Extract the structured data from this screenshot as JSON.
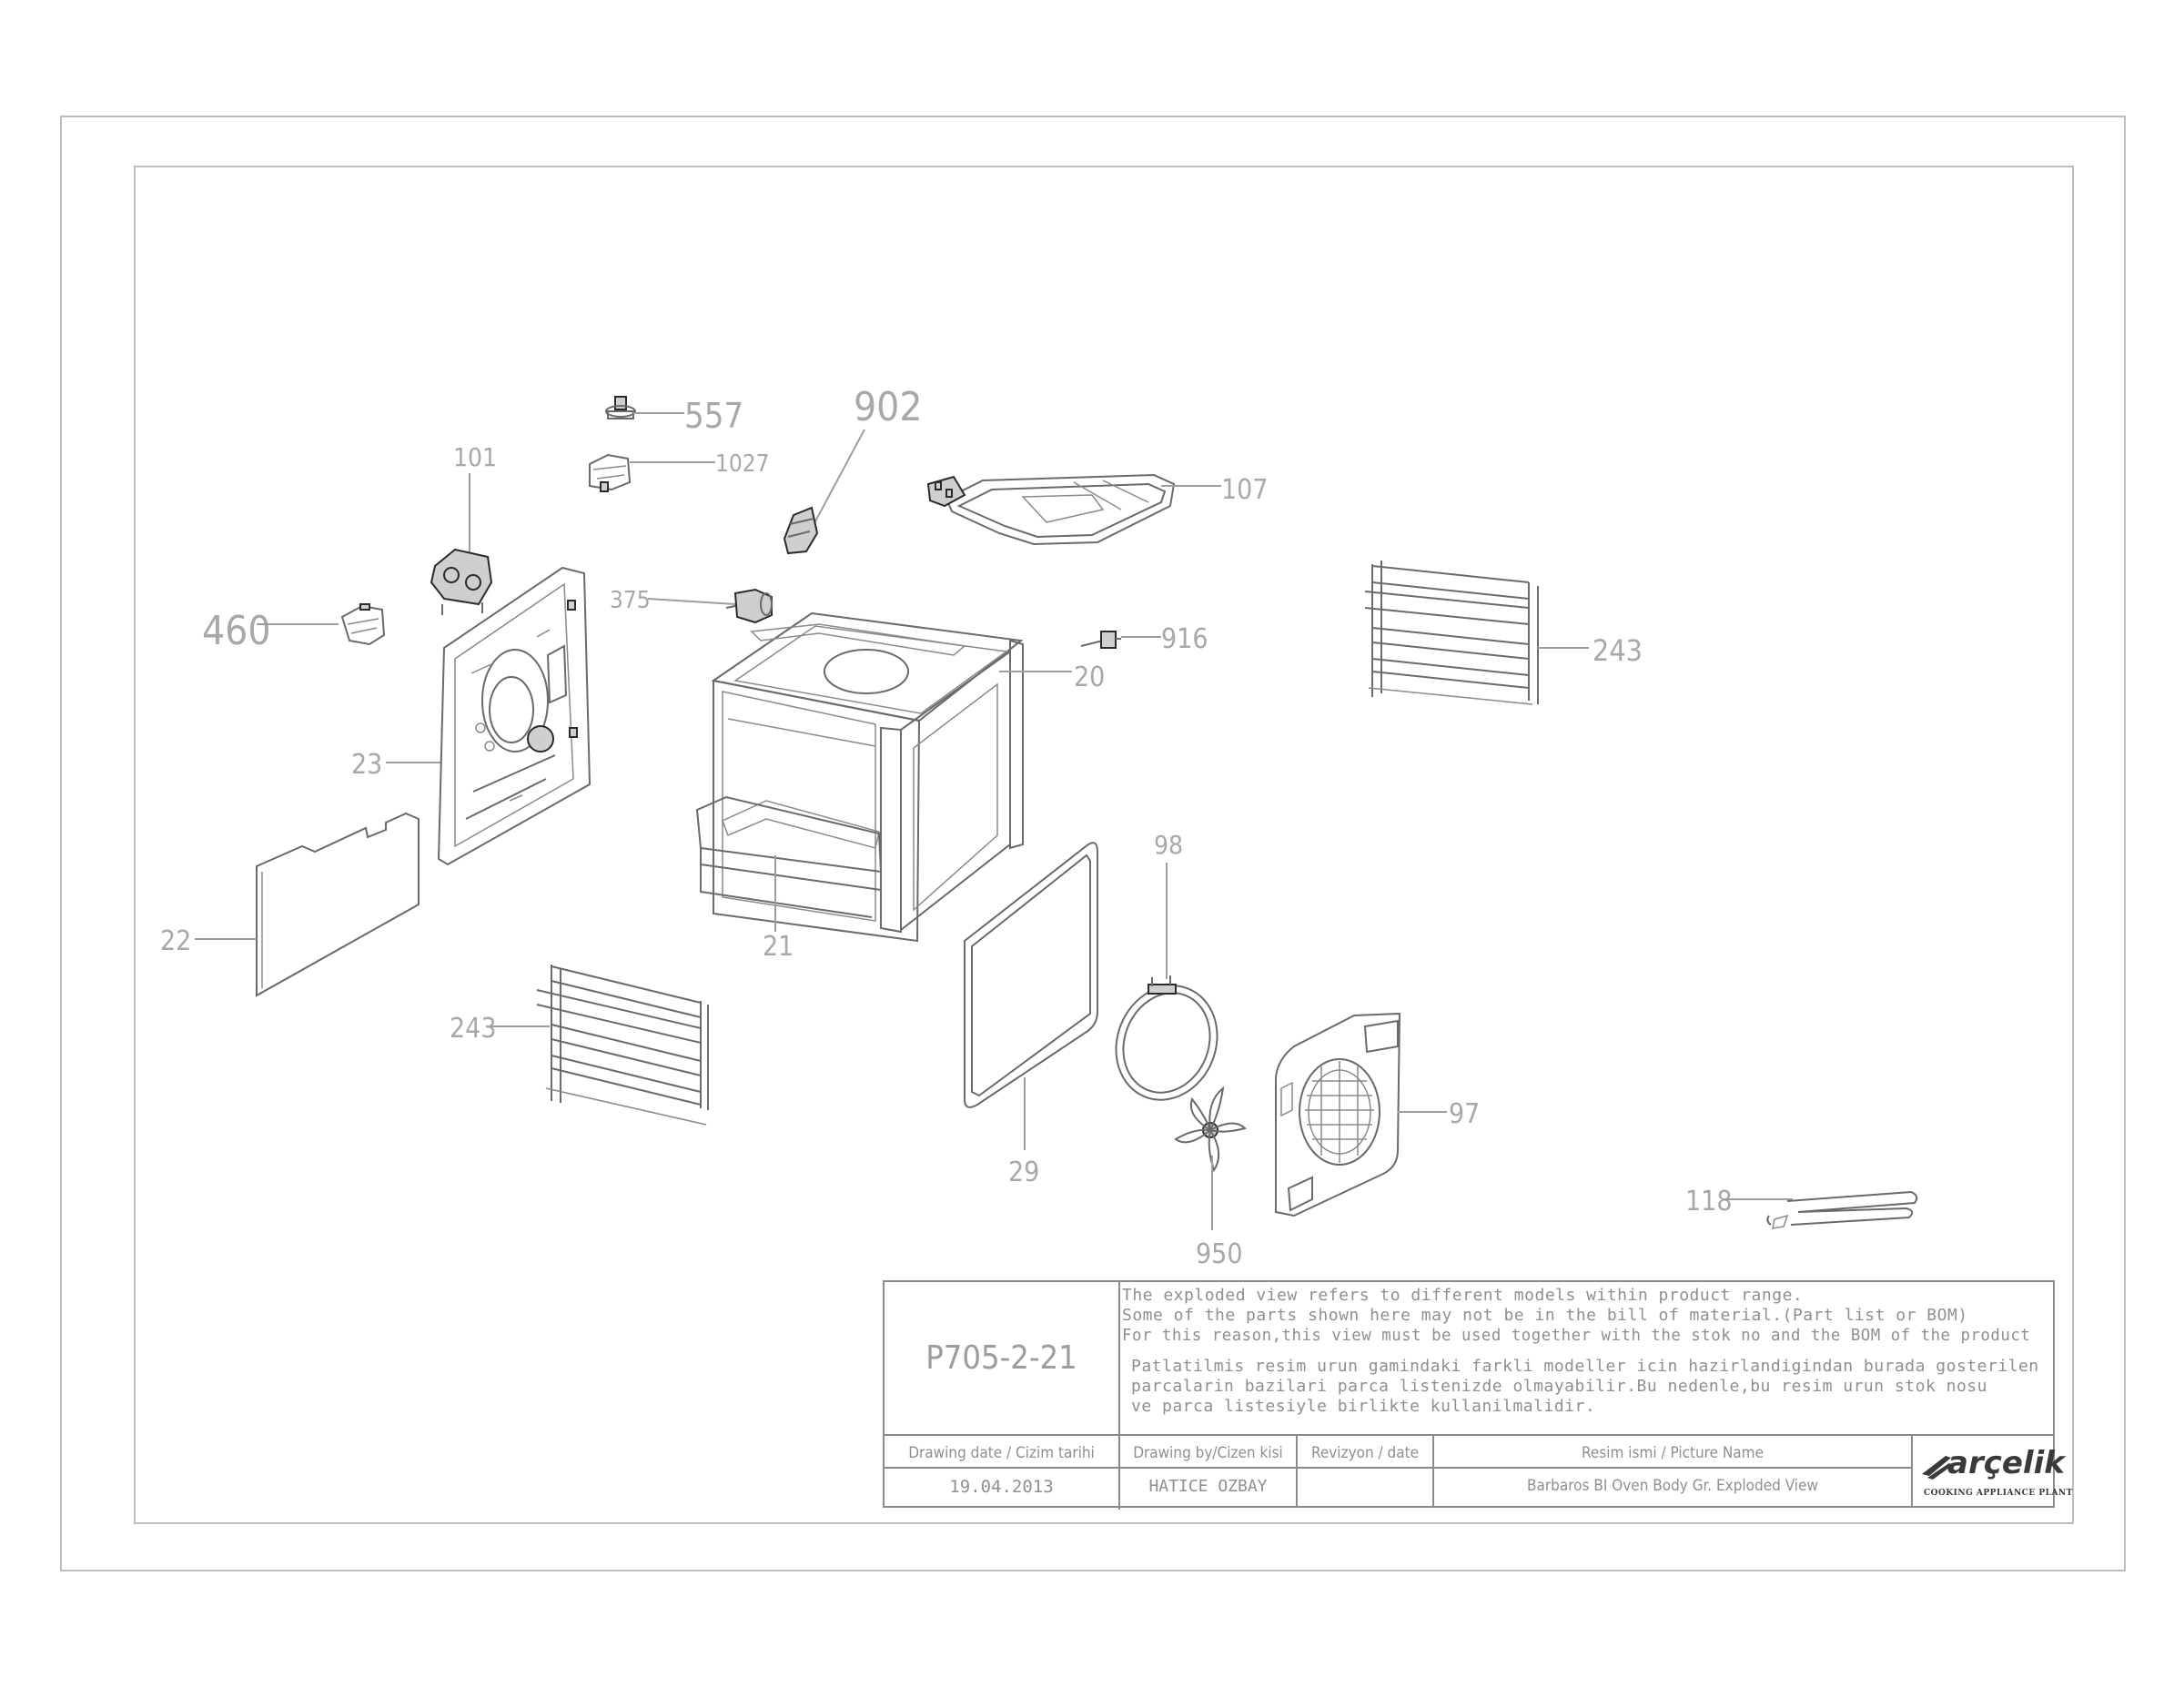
{
  "drawing": {
    "part_labels": {
      "p557": "557",
      "p902": "902",
      "p101": "101",
      "p1027": "1027",
      "p107": "107",
      "p375": "375",
      "p460": "460",
      "p916": "916",
      "p20": "20",
      "p243a": "243",
      "p23": "23",
      "p98": "98",
      "p22": "22",
      "p21": "21",
      "p243b": "243",
      "p97": "97",
      "p29": "29",
      "p118": "118",
      "p950": "950"
    }
  },
  "title_block": {
    "drawing_code": "P705-2-21",
    "disclaimer_en": [
      "The exploded view refers to different models within product range.",
      "Some of the parts shown here may not be in the bill of material.(Part list or BOM)",
      "For this reason,this view must be used together with the stok no and the BOM of the product"
    ],
    "disclaimer_tr": [
      "Patlatilmis resim urun gamindaki farkli modeller icin hazirlandigindan burada gosterilen",
      "parcalarin bazilari parca listenizde olmayabilir.Bu nedenle,bu resim urun stok nosu",
      "ve parca listesiyle birlikte kullanilmalidir."
    ],
    "headers": {
      "drawing_date": "Drawing date / Cizim tarihi",
      "drawing_by": "Drawing by/Cizen kisi",
      "revision": "Revizyon / date",
      "picture_name": "Resim ismi / Picture Name"
    },
    "values": {
      "drawing_date": "19.04.2013",
      "drawing_by": "HATICE OZBAY",
      "revision": "",
      "picture_name": "Barbaros BI Oven Body Gr. Exploded View"
    },
    "logo": {
      "word": "arçelik",
      "subtitle": "COOKING APPLIANCE PLANT"
    }
  }
}
